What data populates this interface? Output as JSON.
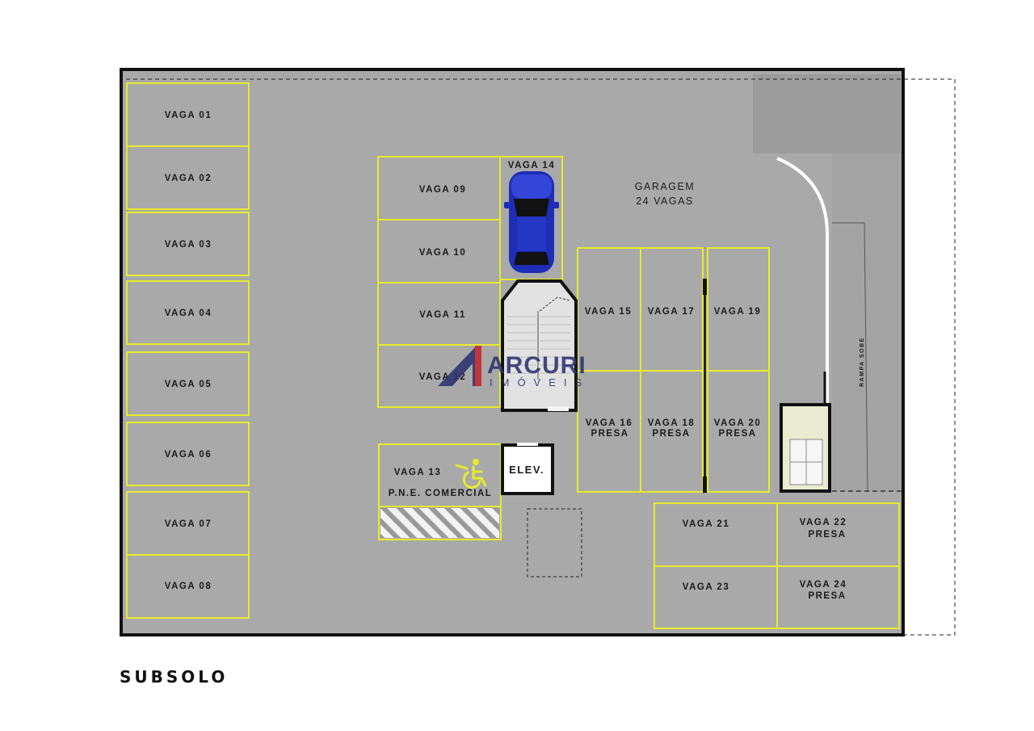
{
  "title": "SUBSOLO",
  "garage": {
    "line1": "GARAGEM",
    "line2": "24 VAGAS"
  },
  "ramp_label": "RAMPA SOBE",
  "elevator_label": "ELEV.",
  "accessible_label": "P.N.E. COMERCIAL",
  "watermark": {
    "brand": "ARCURI",
    "sub": "IMÓVEIS"
  },
  "spots": {
    "v01": "VAGA 01",
    "v02": "VAGA 02",
    "v03": "VAGA 03",
    "v04": "VAGA 04",
    "v05": "VAGA 05",
    "v06": "VAGA 06",
    "v07": "VAGA 07",
    "v08": "VAGA 08",
    "v09": "VAGA 09",
    "v10": "VAGA 10",
    "v11": "VAGA 11",
    "v12": "VAGA 12",
    "v13": "VAGA 13",
    "v14": "VAGA 14",
    "v15": "VAGA 15",
    "v16": "VAGA 16",
    "v17": "VAGA 17",
    "v18": "VAGA 18",
    "v19": "VAGA 19",
    "v20": "VAGA 20",
    "v21": "VAGA 21",
    "v22": "VAGA 22",
    "v23": "VAGA 23",
    "v24": "VAGA 24",
    "presa": "PRESA"
  },
  "colors": {
    "floor": "#a8a8a8",
    "lines": "#e8ee2a",
    "wall": "#111111",
    "car": "#1f2fb8",
    "watermark_red": "#c8242c",
    "watermark_navy": "#2c3270"
  }
}
